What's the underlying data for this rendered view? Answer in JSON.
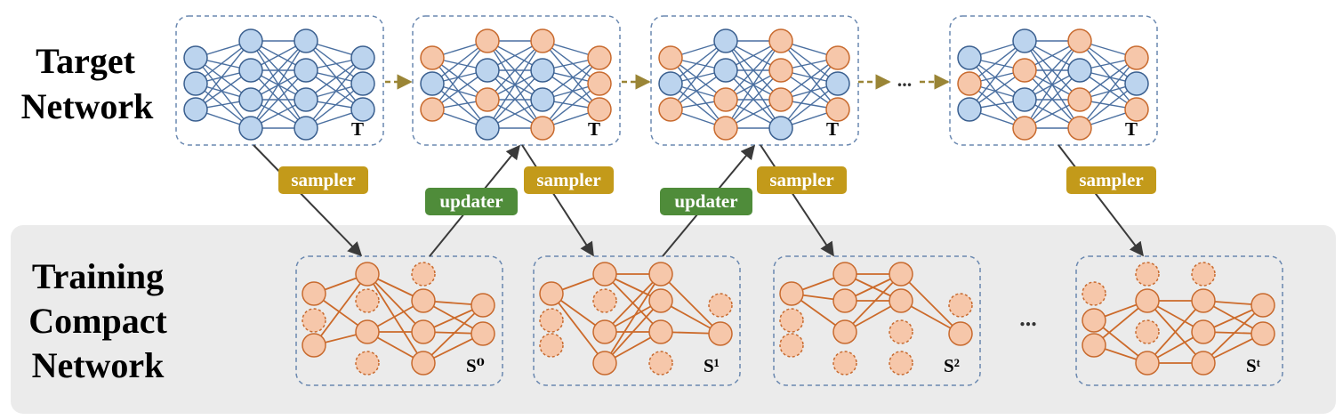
{
  "labels": {
    "target_line1": "Target",
    "target_line2": "Network",
    "train_line1": "Training",
    "train_line2": "Compact",
    "train_line3": "Network",
    "ellipsis": "..."
  },
  "colors": {
    "blue_fill": "#bcd4ee",
    "blue_stroke": "#3a5f8f",
    "blue_edge": "#4a6fa0",
    "orange_fill": "#f6c7aa",
    "orange_stroke": "#c86a2e",
    "orange_edge": "#cc6a2a",
    "sampler": "#c39a1a",
    "updater": "#4f8c3a",
    "arrow_gold": "#9a8536",
    "panel": "#ebebeb",
    "box_border": "#6a88b0"
  },
  "target_networks": [
    {
      "tag": "T",
      "pattern": [
        [
          0,
          0,
          0
        ],
        [
          0,
          0,
          0,
          0
        ],
        [
          0,
          0,
          0,
          0
        ],
        [
          0,
          0,
          0
        ]
      ]
    },
    {
      "tag": "T",
      "pattern": [
        [
          1,
          0,
          1
        ],
        [
          1,
          0,
          1,
          0
        ],
        [
          1,
          0,
          0,
          1
        ],
        [
          1,
          1,
          1
        ]
      ]
    },
    {
      "tag": "T",
      "pattern": [
        [
          1,
          0,
          1
        ],
        [
          0,
          0,
          1,
          1
        ],
        [
          1,
          1,
          1,
          0
        ],
        [
          1,
          0,
          1
        ]
      ]
    },
    {
      "tag": "T",
      "pattern": [
        [
          0,
          1,
          0
        ],
        [
          0,
          1,
          0,
          1
        ],
        [
          1,
          0,
          1,
          1
        ],
        [
          1,
          0,
          1
        ]
      ]
    }
  ],
  "between_arrows": [
    {
      "has_ellipsis": false
    },
    {
      "has_ellipsis": false
    },
    {
      "has_ellipsis": true
    }
  ],
  "compact_networks": [
    {
      "tag": "S⁰",
      "pattern": [
        [
          1,
          0,
          1
        ],
        [
          1,
          0,
          1,
          0
        ],
        [
          0,
          1,
          1,
          1
        ],
        [
          1,
          1
        ]
      ]
    },
    {
      "tag": "S¹",
      "pattern": [
        [
          1,
          0,
          0
        ],
        [
          1,
          0,
          1,
          1
        ],
        [
          1,
          1,
          1,
          0
        ],
        [
          0,
          1
        ]
      ]
    },
    {
      "tag": "S²",
      "pattern": [
        [
          1,
          0,
          0
        ],
        [
          1,
          1,
          1,
          0
        ],
        [
          1,
          1,
          0,
          0
        ],
        [
          0,
          1
        ]
      ]
    },
    {
      "tag": "Sᵗ",
      "pattern": [
        [
          0,
          1,
          1
        ],
        [
          0,
          1,
          0,
          1
        ],
        [
          0,
          1,
          1,
          1
        ],
        [
          1,
          1
        ]
      ]
    }
  ],
  "sampler_badges": [
    {
      "label": "sampler"
    },
    {
      "label": "sampler"
    },
    {
      "label": "sampler"
    },
    {
      "label": "sampler"
    }
  ],
  "updater_badges": [
    {
      "label": "updater"
    },
    {
      "label": "updater"
    }
  ]
}
